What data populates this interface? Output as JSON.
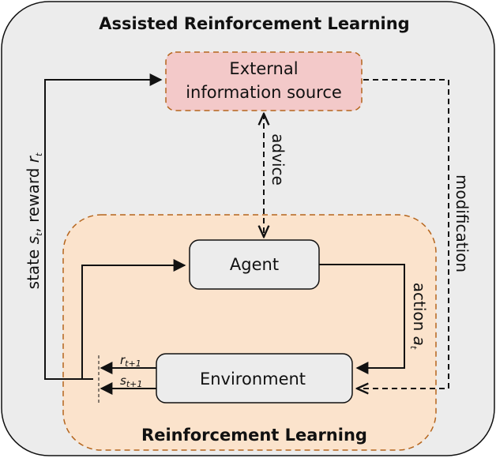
{
  "outer_title": "Assisted Reinforcement Learning",
  "inner_title": "Reinforcement Learning",
  "boxes": {
    "external_line1": "External",
    "external_line2": "information source",
    "agent": "Agent",
    "environment": "Environment"
  },
  "edges": {
    "advice": "advice",
    "modification": "modification",
    "action": "action",
    "action_symbol": "a",
    "action_sub": "t",
    "state_prefix": "state",
    "state_symbol": "s",
    "state_sub": "t",
    "reward_prefix": ", reward",
    "reward_symbol": "r",
    "reward_sub": "t",
    "next_reward_symbol": "r",
    "next_reward_sub": "t+1",
    "next_state_symbol": "s",
    "next_state_sub": "t+1"
  },
  "colors": {
    "outer_fill": "#ececec",
    "inner_fill": "#fbe3cc",
    "inner_border": "#b5651d",
    "external_fill": "#f3c9c9",
    "external_border": "#b5651d",
    "box_fill": "#ececec",
    "line": "#111111"
  }
}
